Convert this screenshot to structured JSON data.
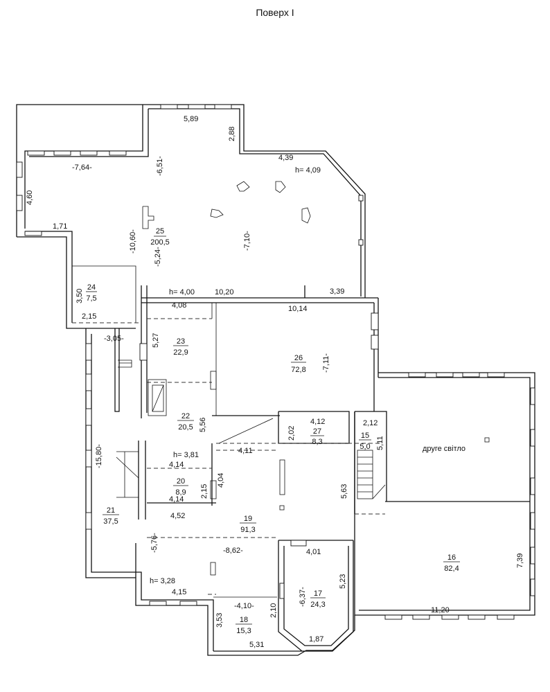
{
  "title": "Поверх I",
  "rooms": [
    {
      "id": "room-25",
      "num": "25",
      "area": "200,5"
    },
    {
      "id": "room-24",
      "num": "24",
      "area": "7,5"
    },
    {
      "id": "room-23",
      "num": "23",
      "area": "22,9"
    },
    {
      "id": "room-26",
      "num": "26",
      "area": "72,8"
    },
    {
      "id": "room-22",
      "num": "22",
      "area": "20,5"
    },
    {
      "id": "room-27",
      "num": "27",
      "area": "8,3"
    },
    {
      "id": "room-15",
      "num": "15",
      "area": "5,0"
    },
    {
      "id": "room-20",
      "num": "20",
      "area": "8,9"
    },
    {
      "id": "room-21",
      "num": "21",
      "area": "37,5"
    },
    {
      "id": "room-19",
      "num": "19",
      "area": "91,3"
    },
    {
      "id": "room-16",
      "num": "16",
      "area": "82,4"
    },
    {
      "id": "room-17",
      "num": "17",
      "area": "24,3"
    },
    {
      "id": "room-18",
      "num": "18",
      "area": "15,3"
    }
  ],
  "second_light": "друге світло",
  "dimensions": [
    "5,89",
    "2,88",
    "-7,64-",
    "-6,51-",
    "4,39",
    "h= 4,09",
    "4,60",
    "1,71",
    "-10,60-",
    "-5,24-",
    "-7,10-",
    "3,50",
    "2,15",
    "h= 4,00",
    "10,20",
    "3,39",
    "4,08",
    "10,14",
    "-3,05-",
    "5,27",
    "-7,11-",
    "5,56",
    "4,12",
    "2,02",
    "2,12",
    "5,11",
    "4,11",
    "-15,80-",
    "h= 3,81",
    "4,14",
    "4,04",
    "2,15",
    "4,14",
    "5,63",
    "4,52",
    "-5,76-",
    "-8,62-",
    "4,01",
    "7,39",
    "5,23",
    "h= 3,28",
    "4,15",
    "-4,10-",
    "-6,37-",
    "2,10",
    "3,53",
    "11,20",
    "5,31",
    "1,87"
  ]
}
